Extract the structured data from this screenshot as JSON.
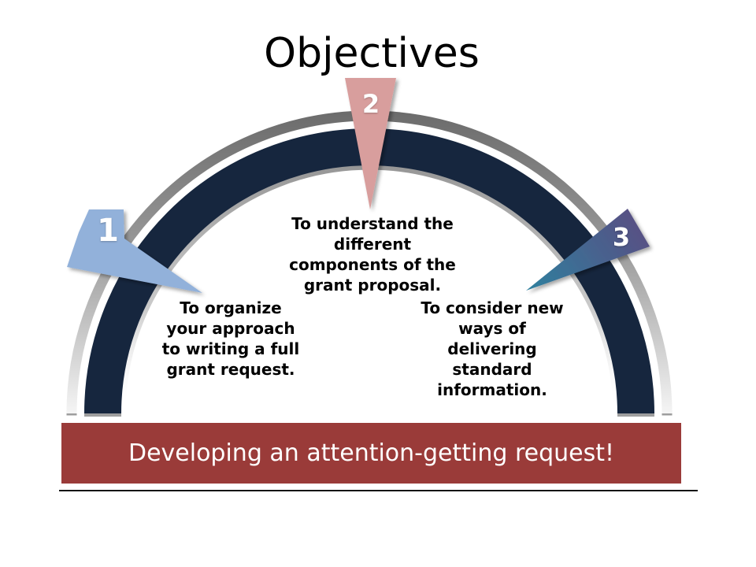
{
  "slide": {
    "title": "Objectives",
    "pointers": [
      {
        "number": "1",
        "text": "To organize\nyour approach\nto writing a full\ngrant request."
      },
      {
        "number": "2",
        "text": "To understand the\ndifferent\ncomponents of the\ngrant proposal."
      },
      {
        "number": "3",
        "text": "To consider new\nways of\ndelivering\nstandard\ninformation."
      }
    ],
    "banner": {
      "text": "Developing an attention-getting request!"
    }
  },
  "colors": {
    "navy": "#16263e",
    "banner-red": "#9a3b39",
    "banner-text": "#ffffff",
    "pointer1": "#92b1da",
    "pointer2": "#d89e9d",
    "pointer3-start": "#594e83",
    "pointer3-end": "#2f7f9e",
    "ring-dark": "#6b6b6b",
    "ring-light": "#f6f6f6",
    "cap-gray": "#9e9e9e"
  }
}
